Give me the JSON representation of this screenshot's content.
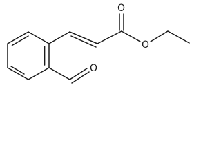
{
  "molecule": {
    "atom_labels": {
      "ester_carbonyl_oxygen": "O",
      "ester_ether_oxygen": "O",
      "aldehyde_oxygen": "O"
    },
    "colors": {
      "ink": "#1a1a1a",
      "background": "#ffffff"
    }
  }
}
